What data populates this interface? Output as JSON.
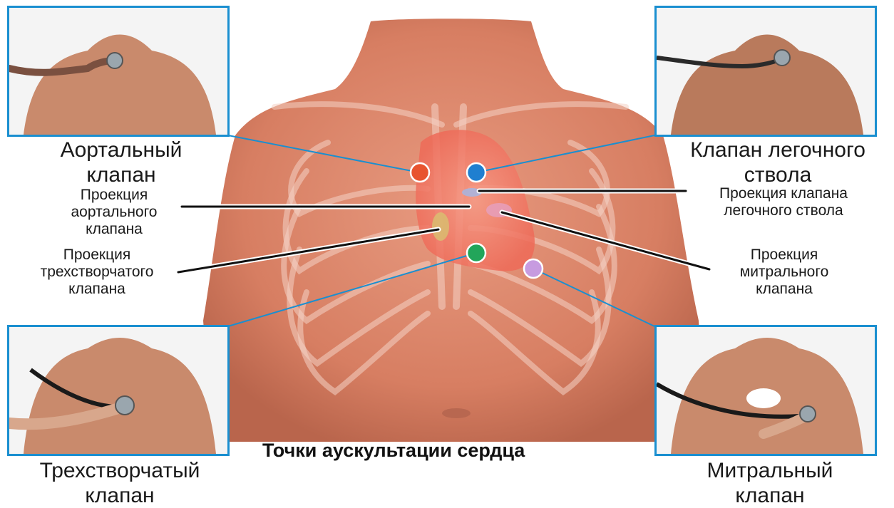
{
  "title": "Точки аускультации сердца",
  "points": {
    "aortic": {
      "line1": "Аортальный",
      "line2": "клапан",
      "color": "#e8542f"
    },
    "pulmonary": {
      "line1": "Клапан легочного",
      "line2": "ствола",
      "color": "#1f7fd0"
    },
    "tricuspid": {
      "line1": "Трехстворчатый",
      "line2": "клапан",
      "color": "#22a55a"
    },
    "mitral": {
      "line1": "Митральный",
      "line2": "клапан",
      "color": "#c79be0"
    }
  },
  "projections": {
    "aortic": {
      "line1": "Проекция",
      "line2": "аортального",
      "line3": "клапана"
    },
    "pulmonary": {
      "line1": "Проекция клапана",
      "line2": "легочного ствола"
    },
    "tricuspid": {
      "line1": "Проекция",
      "line2": "трехстворчатого",
      "line3": "клапана"
    },
    "mitral": {
      "line1": "Проекция",
      "line2": "митрального",
      "line3": "клапана"
    }
  },
  "colors": {
    "frame": "#1a8fd0",
    "skin": "#d9826a",
    "heart": "#f07a6a"
  }
}
